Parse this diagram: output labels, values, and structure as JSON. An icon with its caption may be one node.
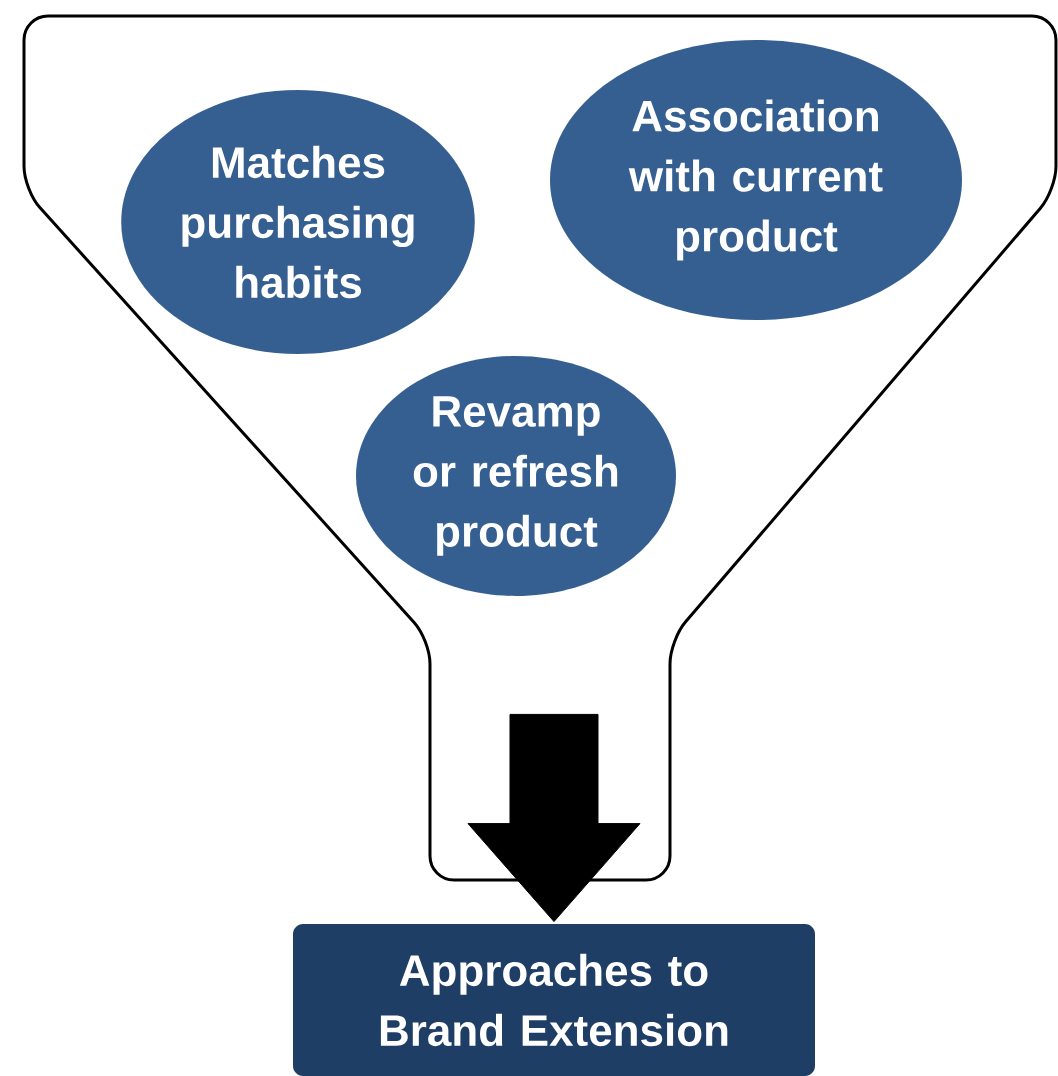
{
  "diagram": {
    "nodes": [
      {
        "text": [],
        "shape": "funnel"
      },
      {
        "text": [
          "Matches purchasing habits"
        ],
        "in": 0
      },
      {
        "text": [
          "Association with current product"
        ],
        "in": 0
      },
      {
        "text": [
          "Revamp or refresh product"
        ],
        "in": 0
      },
      {
        "text": [
          "Approaches to Brand Extension"
        ]
      }
    ],
    "edges": [
      {
        "from": 0,
        "to": 4,
        "arrow": "to",
        "style": "thick"
      }
    ]
  }
}
